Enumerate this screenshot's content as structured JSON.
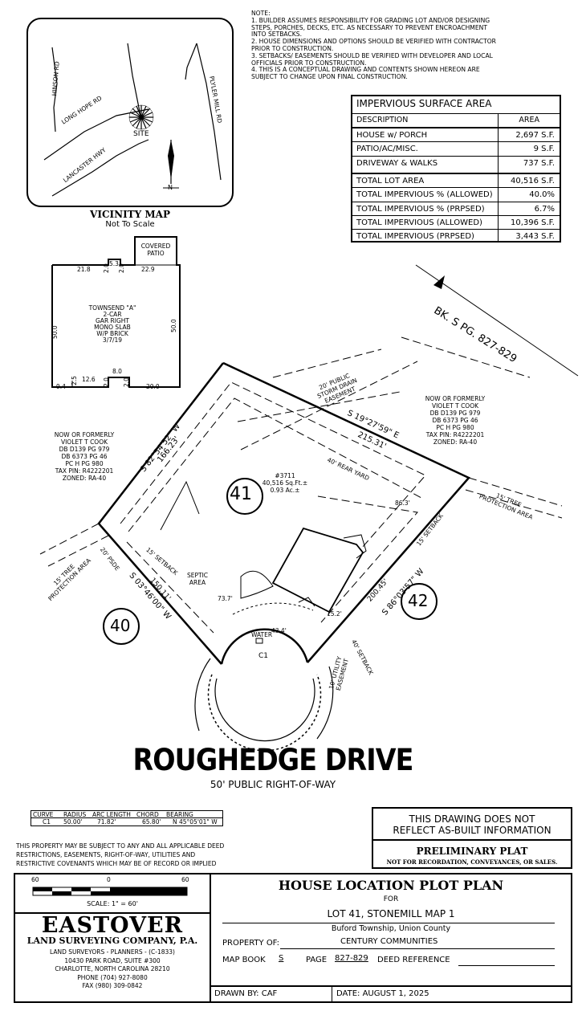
{
  "notes": {
    "title": "NOTE:",
    "lines": [
      "1. BUILDER ASSUMES RESPONSIBILITY FOR GRADING LOT AND/OR DESIGNING",
      "STEPS, PORCHES, DECKS, ETC. AS NECESSARY TO PREVENT ENCROACHMENT",
      "INTO SETBACKS.",
      "2. HOUSE DIMENSIONS AND OPTIONS SHOULD BE VERIFIED WITH CONTRACTOR",
      "PRIOR TO CONSTRUCTION.",
      "3. SETBACKS/ EASEMENTS SHOULD BE VERIFIED WITH DEVELOPER AND LOCAL",
      "OFFICIALS PRIOR TO CONSTRUCTION.",
      "4. THIS IS A CONCEPTUAL DRAWING AND CONTENTS SHOWN HEREON ARE",
      "SUBJECT TO CHANGE UPON FINAL CONSTRUCTION."
    ]
  },
  "vicinity": {
    "title": "VICINITY MAP",
    "subtitle": "Not To Scale",
    "roads": [
      "HINSON RD",
      "LONG HOPE RD",
      "LANCASTER HWY",
      "PLYLER MILL RD"
    ],
    "site_label": "SITE",
    "north_label": "N"
  },
  "impervious": {
    "title": "IMPERVIOUS SURFACE AREA",
    "header": {
      "description": "DESCRIPTION",
      "area": "AREA"
    },
    "rows": [
      {
        "label": "HOUSE w/ PORCH",
        "value": "2,697 S.F."
      },
      {
        "label": "PATIO/AC/MISC.",
        "value": "9 S.F."
      },
      {
        "label": "DRIVEWAY & WALKS",
        "value": "737 S.F."
      },
      {
        "label": "TOTAL LOT AREA",
        "value": "40,516 S.F."
      },
      {
        "label": "TOTAL IMPERVIOUS % (ALLOWED)",
        "value": "40.0%"
      },
      {
        "label": "TOTAL IMPERVIOUS % (PRPSED)",
        "value": "6.7%"
      },
      {
        "label": "TOTAL IMPERVIOUS (ALLOWED)",
        "value": "10,396 S.F."
      },
      {
        "label": "TOTAL IMPERVIOUS (PRPSED)",
        "value": "3,443 S.F."
      }
    ]
  },
  "house_detail": {
    "covered_patio": [
      "COVERED",
      "PATIO"
    ],
    "model": [
      "TOWNSEND \"A\"",
      "2-CAR",
      "GAR RIGHT",
      "MONO SLAB",
      "W/P BRICK",
      "3/7/19"
    ],
    "dims": {
      "top_left": "21.8",
      "top_mid": "5.3",
      "top_mid_v1": "2.0",
      "top_mid_v2": "2.0",
      "top_right": "22.9",
      "left": "50.0",
      "right": "50.0",
      "bot_left": "9.4",
      "bot_l2": "2.5",
      "bot_mid": "12.6",
      "bot_v1": "2.0",
      "bot_v2": "2.0",
      "bot_stoop": "8.0",
      "bot_right": "20.0"
    }
  },
  "plot": {
    "lot_number": "41",
    "lot_id": "#3711",
    "lot_area_sf": "40,516 Sq.Ft.±",
    "lot_area_ac": "0.93 Ac.±",
    "lot_40": "40",
    "lot_42": "42",
    "bearing_left": "S 82°54'52\" W",
    "dist_left": "166.23'",
    "bearing_top": "S 19°27'59\" E",
    "dist_top": "215.31'",
    "bearing_right": "S 86°03'57\" W",
    "dist_right": "200.45'",
    "bearing_sw": "S 03°46'00\" W",
    "dist_sw": "150.11'",
    "rear_yard": "40' REAR YARD",
    "side_setback_left": "15' SETBACK",
    "side_setback_right": "15' SETBACK",
    "front_setback": "40' SETBACK",
    "psde": "20' PSDE",
    "storm_drain": [
      "20' PUBLIC",
      "STORM DRAIN",
      "EASEMENT"
    ],
    "tree_left": [
      "15' TREE",
      "PROTECTION AREA"
    ],
    "tree_right": [
      "15' TREE",
      "PROTECTION AREA"
    ],
    "utility": [
      "10' UTILITY",
      "EASEMENT"
    ],
    "septic": [
      "SEPTIC",
      "AREA"
    ],
    "water": "WATER",
    "curve_label": "C1",
    "dim_86": "86.3'",
    "dim_73": "73.7'",
    "dim_43": "43.4'",
    "dim_15": "15.2'",
    "book_ref": "BK. S PG. 827-829",
    "owner_left": [
      "NOW OR FORMERLY",
      "VIOLET T COOK",
      "DB D139 PG 979",
      "DB 6373 PG 46",
      "PC H PG 980",
      "TAX PIN: R4222201",
      "ZONED: RA-40"
    ],
    "owner_right": [
      "NOW OR FORMERLY",
      "VIOLET T COOK",
      "DB D139 PG 979",
      "DB 6373 PG 46",
      "PC H PG 980",
      "TAX PIN: R4222201",
      "ZONED: RA-40"
    ]
  },
  "street": {
    "name": "ROUGHEDGE DRIVE",
    "row": "50' PUBLIC RIGHT-OF-WAY"
  },
  "curve_table": {
    "headers": [
      "CURVE",
      "RADIUS",
      "ARC LENGTH",
      "CHORD",
      "BEARING"
    ],
    "row": [
      "C1",
      "50.00'",
      "71.82'",
      "65.80'",
      "N 45°05'01\" W"
    ]
  },
  "restriction_note": [
    "THIS PROPERTY MAY BE SUBJECT TO ANY AND ALL APPLICABLE DEED",
    "RESTRICTIONS, EASEMENTS, RIGHT-OF-WAY, UTILITIES AND",
    "RESTRICTIVE COVENANTS WHICH MAY BE OF RECORD OR IMPLIED"
  ],
  "disclaimer": {
    "line1": "THIS DRAWING DOES NOT",
    "line2": "REFLECT AS-BUILT INFORMATION",
    "prelim": "PRELIMINARY PLAT",
    "prelim_sub": "NOT FOR RECORDATION, CONVEYANCES, OR SALES."
  },
  "scale": {
    "ticks": [
      "60",
      "0",
      "60"
    ],
    "label": "SCALE: 1\" = 60'"
  },
  "company": {
    "name": "EASTOVER",
    "sub": "LAND SURVEYING COMPANY, P.A.",
    "lines": [
      "LAND SURVEYORS - PLANNERS - (C-1833)",
      "10430 PARK ROAD, SUITE #300",
      "CHARLOTTE, NORTH CAROLINA 28210",
      "PHONE (704) 927-8080",
      "FAX (980) 309-0842"
    ]
  },
  "title_block": {
    "title": "HOUSE LOCATION PLOT PLAN",
    "for": "FOR",
    "lot": "LOT 41, STONEMILL MAP 1",
    "township": "Buford Township, Union County",
    "property_of_label": "PROPERTY OF:",
    "property_of": "CENTURY COMMUNITIES",
    "map_book_label": "MAP BOOK",
    "map_book": "S",
    "page_label": "PAGE",
    "page": "827-829",
    "deed_label": "DEED REFERENCE",
    "drawn_by": "DRAWN BY: CAF",
    "date": "DATE: AUGUST 1, 2025"
  }
}
